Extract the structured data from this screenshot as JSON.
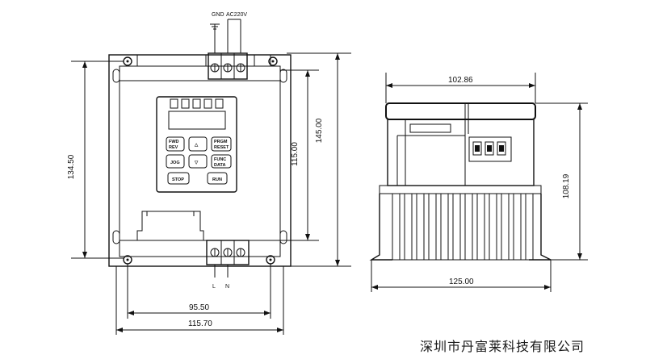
{
  "front_view": {
    "terminal_top_labels": {
      "gnd": "GND",
      "ac": "AC220V"
    },
    "terminal_bottom_labels": {
      "l": "L",
      "n": "N"
    },
    "dimensions": {
      "height_outer": "145.00",
      "height_holes": "134.50",
      "height_inner": "115.00",
      "width_holes": "95.50",
      "width_outer": "115.70"
    },
    "keypad": {
      "keys": [
        {
          "line1": "FWD",
          "line2": "REV"
        },
        {
          "line1": "△",
          "line2": ""
        },
        {
          "line1": "PRGM",
          "line2": "RESET"
        },
        {
          "line1": "JOG",
          "line2": ""
        },
        {
          "line1": "▽",
          "line2": ""
        },
        {
          "line1": "FUNC",
          "line2": "DATA"
        },
        {
          "line1": "STOP",
          "line2": ""
        },
        {
          "line1": "RUN",
          "line2": ""
        }
      ]
    }
  },
  "side_view": {
    "dimensions": {
      "top_width": "102.86",
      "height": "108.19",
      "bottom_width": "125.00"
    }
  },
  "footer": {
    "company": "深圳市丹富莱科技有限公司"
  }
}
